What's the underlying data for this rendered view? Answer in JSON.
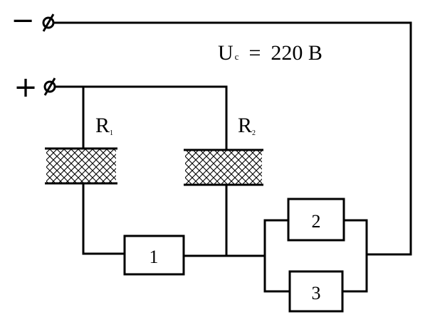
{
  "terminals": {
    "negative_sign": "−",
    "positive_sign": "+"
  },
  "supply": {
    "symbol": "U",
    "subscript": "c",
    "equals": "=",
    "value": "220 В"
  },
  "resistors": [
    {
      "symbol": "R",
      "subscript": "1"
    },
    {
      "symbol": "R",
      "subscript": "2"
    }
  ],
  "loads": [
    {
      "label": "1"
    },
    {
      "label": "2"
    },
    {
      "label": "3"
    }
  ],
  "colors": {
    "ink": "#000000",
    "background": "#ffffff"
  }
}
